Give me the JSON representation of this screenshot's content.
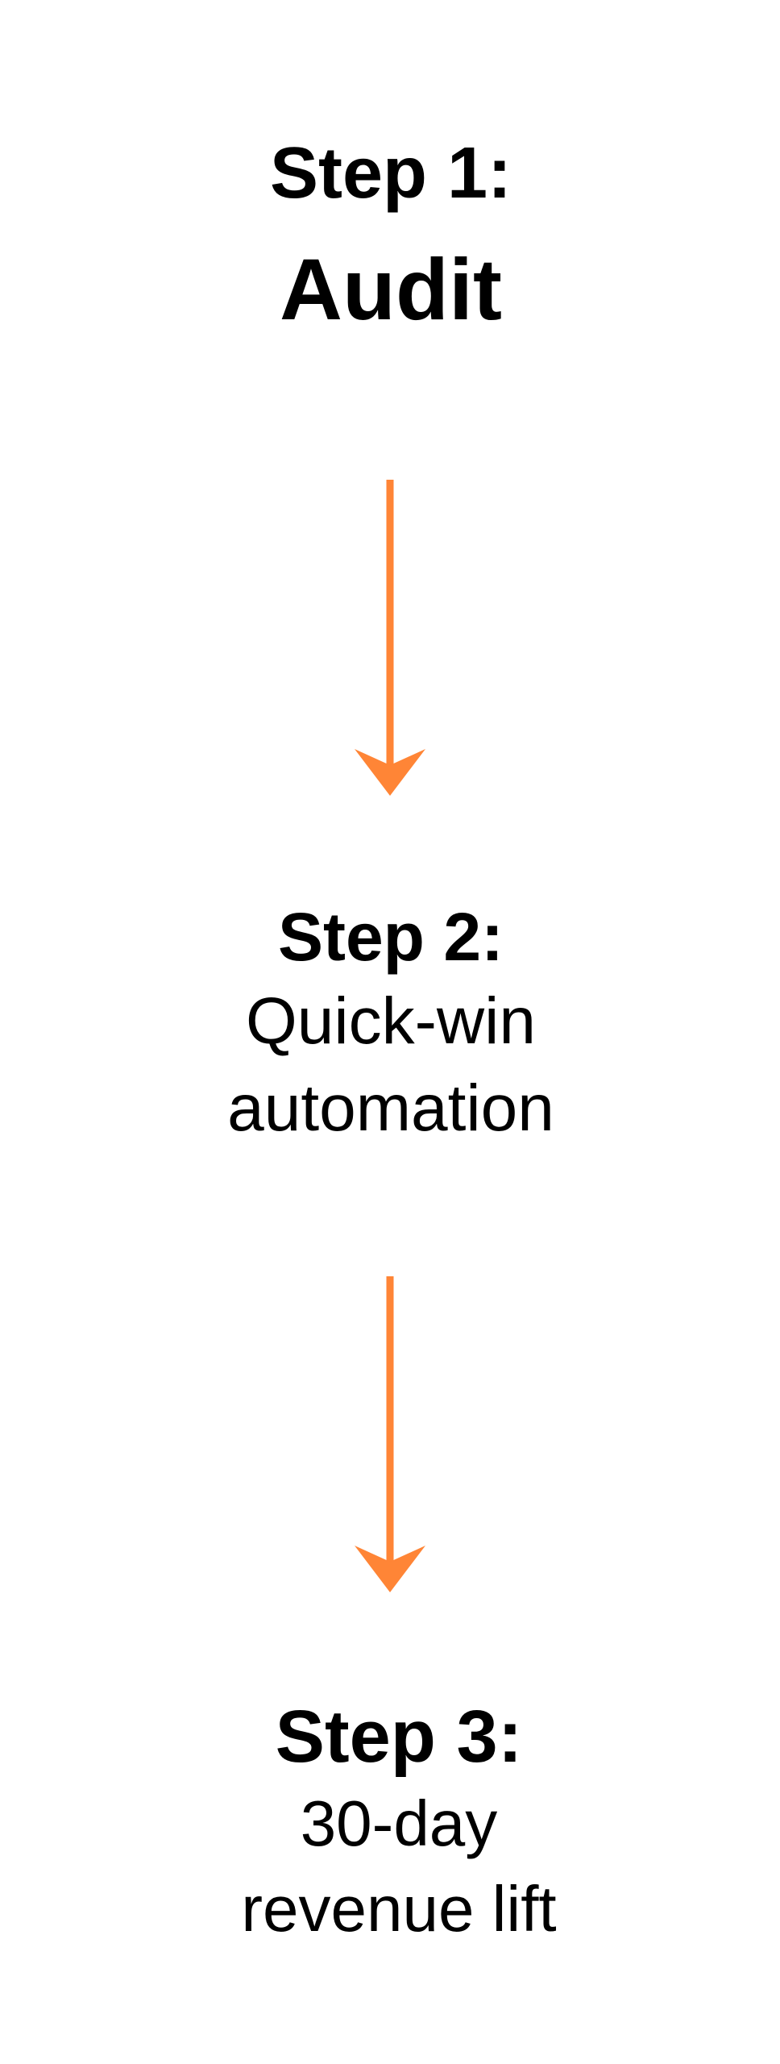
{
  "accent_color": "#FF8536",
  "steps": [
    {
      "title": "Step 1:",
      "description": [
        "Audit"
      ]
    },
    {
      "title": "Step 2:",
      "description": [
        "Quick-win",
        "automation"
      ]
    },
    {
      "title": "Step 3:",
      "description": [
        "30-day",
        "revenue lift"
      ]
    }
  ],
  "arrows": [
    {
      "icon": "arrow-down-icon",
      "from": "Step 1:",
      "to": "Step 2:"
    },
    {
      "icon": "arrow-down-icon",
      "from": "Step 2:",
      "to": "Step 3:"
    }
  ]
}
